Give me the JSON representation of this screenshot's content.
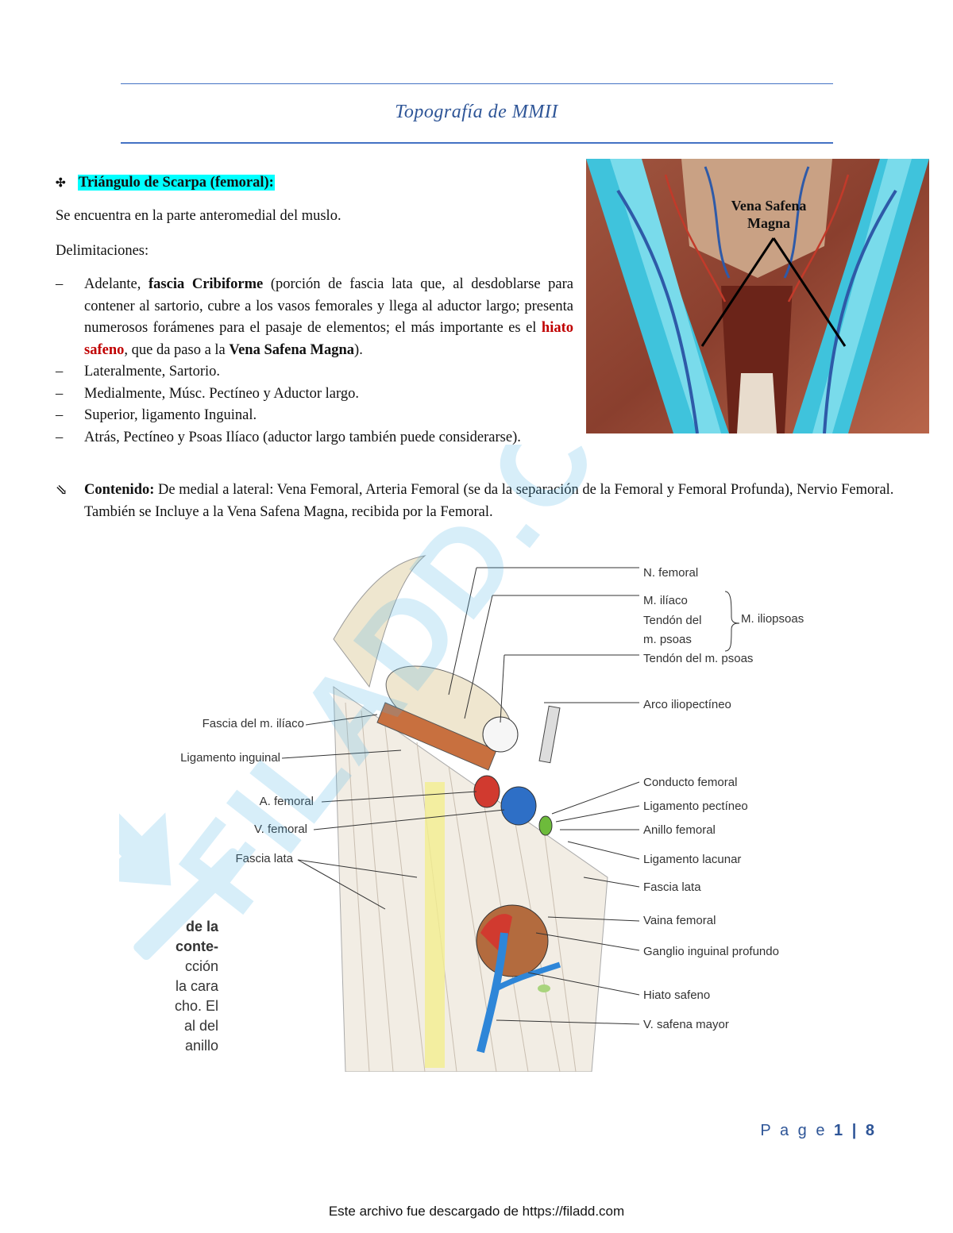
{
  "header": {
    "title": "Topografía de MMII"
  },
  "section": {
    "bullet_icon": "diamond-dots-icon",
    "heading": "Triángulo de Scarpa (femoral):",
    "location": "Se encuentra en la parte anteromedial del muslo.",
    "delimitations_label": "Delimitaciones:",
    "delimitations": [
      {
        "dash": "–",
        "prefix": "Adelante, ",
        "bold": "fascia Cribiforme",
        "rest_a": " (porción de fascia lata que, al desdoblarse para contener al sartorio, cubre a los vasos femorales y llega al aductor largo; presenta numerosos forámenes para el pasaje de elementos; el más importante es el ",
        "red": "hiato safeno",
        "rest_b": ", que da paso a la ",
        "bold2": "Vena Safena Magna",
        "rest_c": ")."
      },
      {
        "dash": "–",
        "text": "Lateralmente, Sartorio."
      },
      {
        "dash": "–",
        "text": "Medialmente, Músc. Pectíneo y Aductor largo."
      },
      {
        "dash": "–",
        "text": "Superior, ligamento Inguinal."
      },
      {
        "dash": "–",
        "text": "Atrás, Pectíneo y Psoas Ilíaco (aductor largo también puede considerarse)."
      }
    ],
    "content": {
      "icon": "arrow-curve-icon",
      "label": "Contenido:",
      "line1": " De medial a lateral: Vena Femoral, Arteria Femoral (se da la separación de la Femoral y Femoral Profunda), Nervio Femoral.",
      "line2": "También se Incluye a la Vena Safena Magna, recibida por la Femoral."
    }
  },
  "photo": {
    "label_line1": "Vena Safena",
    "label_line2": "Magna"
  },
  "diagram": {
    "right_labels": [
      "N. femoral",
      "M. ilíaco",
      "Tendón del",
      "m. psoas",
      "M. iliopsoas",
      "Tendón del m. psoas",
      "Arco iliopectíneo",
      "Conducto femoral",
      "Ligamento pectíneo",
      "Anillo femoral",
      "Ligamento lacunar",
      "Fascia lata",
      "Vaina femoral",
      "Ganglio inguinal profundo",
      "Hiato safeno",
      "V. safena mayor"
    ],
    "left_labels": [
      "Fascia del m. ilíaco",
      "Ligamento inguinal",
      "A. femoral",
      "V. femoral",
      "Fascia lata"
    ],
    "side_fragment": [
      "de la",
      "conte-",
      "cción",
      "la cara",
      "cho. El",
      "al del",
      "anillo"
    ]
  },
  "watermark": {
    "text": "FILADD.COM",
    "icon": "download-arrow-icon",
    "color": "#4fb3e8"
  },
  "footer": {
    "page_word": "P a g e",
    "page_current": "1",
    "page_sep": "|",
    "page_total": "8",
    "download_note": "Este archivo fue descargado de https://filadd.com"
  }
}
